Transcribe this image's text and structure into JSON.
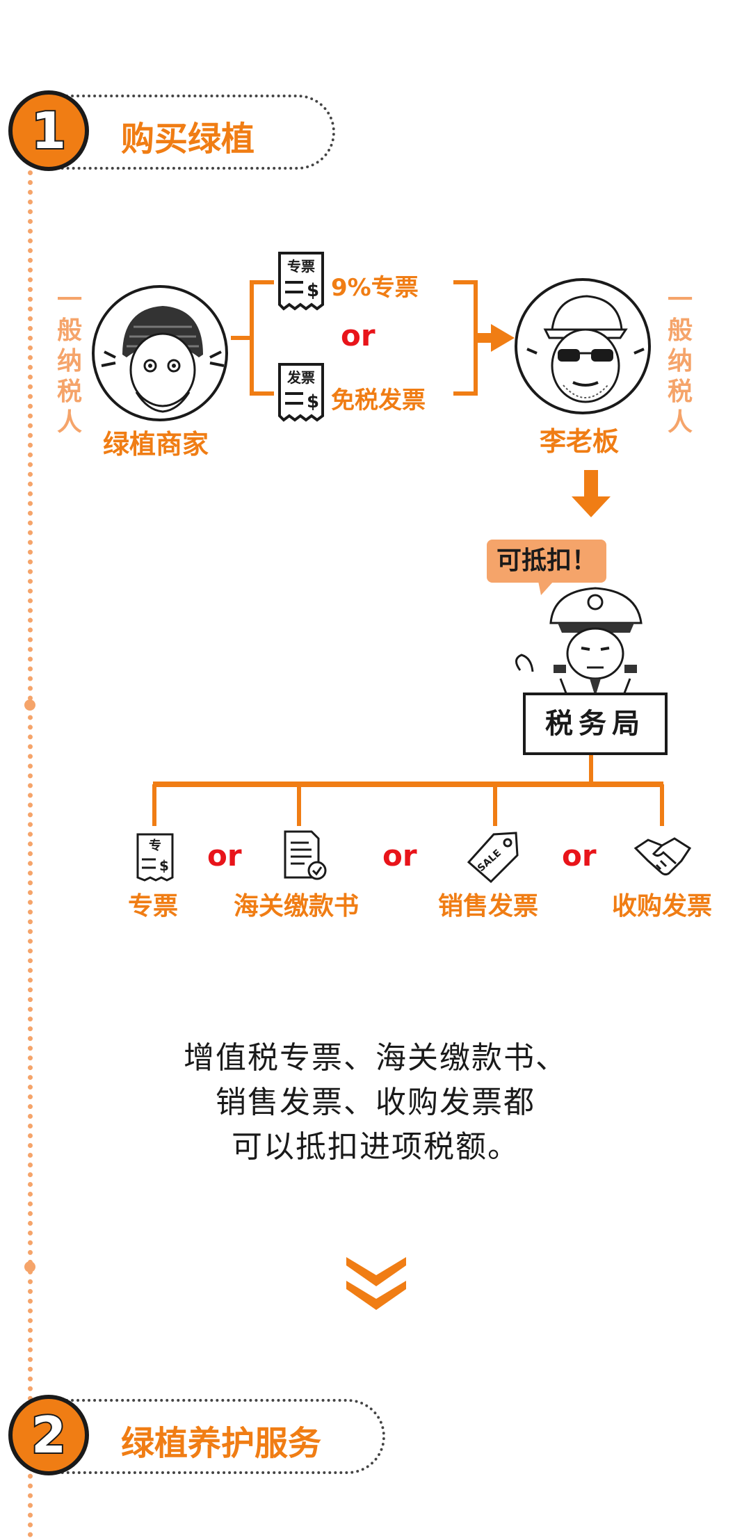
{
  "section1": {
    "number": "1",
    "title": "购买绿植"
  },
  "section2": {
    "number": "2",
    "title": "绿植养护服务"
  },
  "merchant": {
    "type_label": "一般纳税人",
    "name": "绿植商家"
  },
  "buyer": {
    "type_label": "一般纳税人",
    "name": "李老板"
  },
  "invoice_options": {
    "top_icon_text": "专票",
    "top_label": "9%专票",
    "or_label": "or",
    "bottom_icon_text": "发票",
    "bottom_label": "免税发票"
  },
  "tax_bureau": {
    "speech": "可抵扣！",
    "desk_label": "税务局"
  },
  "deductible_docs": [
    {
      "label": "专票",
      "icon": "special-invoice-icon",
      "icon_text": "专"
    },
    {
      "label": "海关缴款书",
      "icon": "customs-document-icon"
    },
    {
      "label": "销售发票",
      "icon": "sale-tag-icon",
      "icon_text": "SALE"
    },
    {
      "label": "收购发票",
      "icon": "handshake-icon"
    }
  ],
  "doc_separator": "or",
  "summary_lines": [
    "增值税专票、海关缴款书、",
    "销售发票、收购发票都",
    "可以抵扣进项税额。"
  ],
  "colors": {
    "accent": "#f07d14",
    "accent_light": "#f5a46a",
    "or_red": "#e8141a",
    "ink": "#1a1a1a"
  }
}
